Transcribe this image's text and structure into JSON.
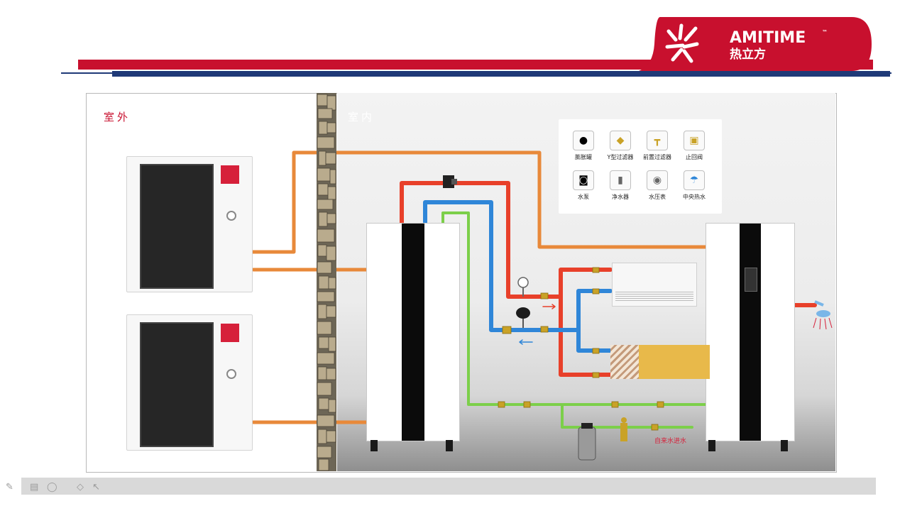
{
  "header": {
    "brand_latin": "AMITIME",
    "brand_tm": "™",
    "brand_chinese": "热立方",
    "accent_red": "#c8102e",
    "accent_navy": "#1f3a78"
  },
  "diagram": {
    "outdoor_label": "室外",
    "indoor_label": "室内",
    "water_inlet_label": "自来水进水",
    "legend": [
      {
        "icon": "expansion-tank-icon",
        "label": "膨胀罐"
      },
      {
        "icon": "y-filter-icon",
        "label": "Y型过滤器"
      },
      {
        "icon": "pre-filter-icon",
        "label": "前置过滤器"
      },
      {
        "icon": "check-valve-icon",
        "label": "止回阀"
      },
      {
        "icon": "water-pump-icon",
        "label": "水泵"
      },
      {
        "icon": "water-purifier-icon",
        "label": "净水器"
      },
      {
        "icon": "pressure-gauge-icon",
        "label": "水压表"
      },
      {
        "icon": "shower-icon",
        "label": "中央热水"
      }
    ],
    "colors": {
      "hot_pipe": "#e8402a",
      "cold_pipe": "#2f86d8",
      "tap_water_pipe": "#7ccf4a",
      "refrigerant_pipe": "#e8893a"
    }
  },
  "toolbar": {
    "tools": [
      "pen-icon",
      "screen-icon",
      "eraser-icon",
      "highlighter-icon",
      "pointer-icon"
    ]
  }
}
